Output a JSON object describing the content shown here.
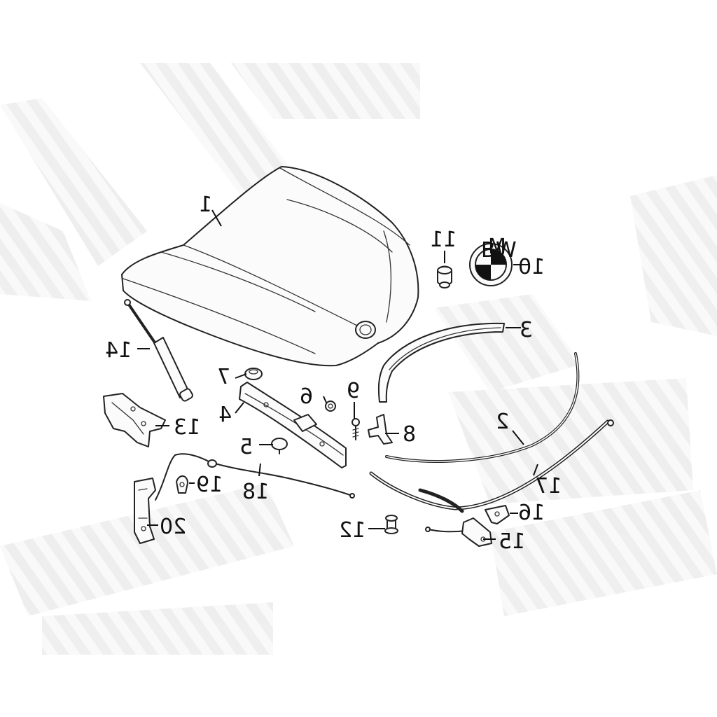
{
  "diagram": {
    "parts": [
      {
        "id": "1",
        "label": "1",
        "name": "hood"
      },
      {
        "id": "2",
        "label": "2",
        "name": "hood-seal"
      },
      {
        "id": "3",
        "label": "3",
        "name": "seal-strip"
      },
      {
        "id": "4",
        "label": "4",
        "name": "lock-carrier-bracket"
      },
      {
        "id": "5",
        "label": "5",
        "name": "rubber-buffer"
      },
      {
        "id": "6",
        "label": "6",
        "name": "clip"
      },
      {
        "id": "7",
        "label": "7",
        "name": "buffer-stop"
      },
      {
        "id": "8",
        "label": "8",
        "name": "cable-holder"
      },
      {
        "id": "9",
        "label": "9",
        "name": "screw"
      },
      {
        "id": "10",
        "label": "10",
        "name": "emblem"
      },
      {
        "id": "11",
        "label": "11",
        "name": "grommet"
      },
      {
        "id": "12",
        "label": "12",
        "name": "bumper-stop"
      },
      {
        "id": "13",
        "label": "13",
        "name": "hinge"
      },
      {
        "id": "14",
        "label": "14",
        "name": "gas-strut"
      },
      {
        "id": "15",
        "label": "15",
        "name": "hood-latch"
      },
      {
        "id": "16",
        "label": "16",
        "name": "latch-bracket"
      },
      {
        "id": "17",
        "label": "17",
        "name": "release-cable"
      },
      {
        "id": "18",
        "label": "18",
        "name": "bowden-cable"
      },
      {
        "id": "19",
        "label": "19",
        "name": "cable-clip"
      },
      {
        "id": "20",
        "label": "20",
        "name": "release-lever"
      }
    ],
    "emblem_letters": [
      "B",
      "M",
      "W"
    ],
    "colors": {
      "line": "#222222",
      "fill": "#fbfbfb",
      "watermark": "#ededed"
    }
  }
}
